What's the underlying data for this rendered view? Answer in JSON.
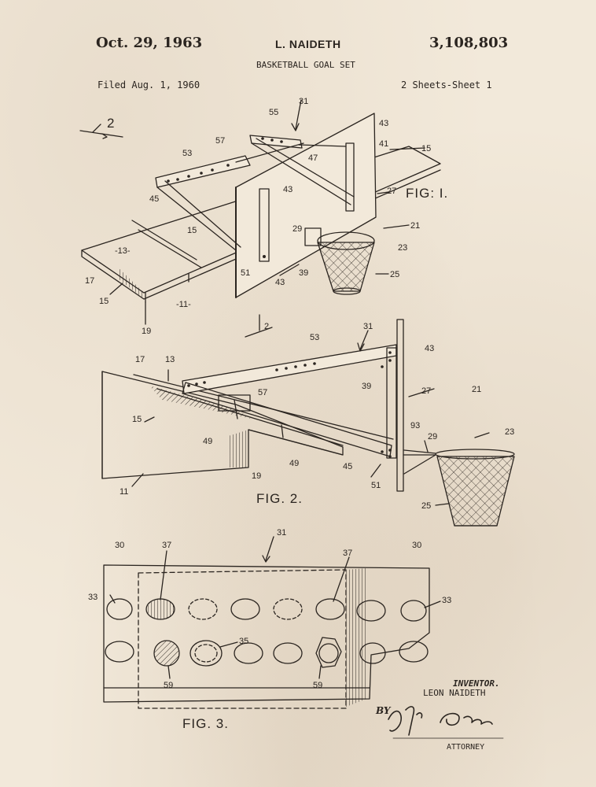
{
  "header": {
    "date": "Oct. 29, 1963",
    "inventor": "L. NAIDETH",
    "patent_number": "3,108,803",
    "title": "BASKETBALL GOAL SET",
    "filed": "Filed Aug. 1, 1960",
    "sheets": "2 Sheets-Sheet 1"
  },
  "figures": {
    "fig1": "FIG: I.",
    "fig2": "FIG. 2.",
    "fig3": "FIG. 3."
  },
  "section_marks": [
    "2",
    "2"
  ],
  "references": {
    "fig1": [
      "31",
      "55",
      "43",
      "57",
      "41",
      "15",
      "47",
      "53",
      "43",
      "27",
      "45",
      "15",
      "21",
      "-13-",
      "29",
      "23",
      "17",
      "51",
      "39",
      "43",
      "25",
      "15",
      "-11-",
      "19"
    ],
    "fig2": [
      "31",
      "53",
      "43",
      "17",
      "13",
      "39",
      "27",
      "21",
      "57",
      "15",
      "93",
      "29",
      "23",
      "49",
      "49",
      "45",
      "51",
      "25",
      "19",
      "11"
    ],
    "fig3": [
      "31",
      "30",
      "37",
      "37",
      "30",
      "33",
      "33",
      "35",
      "59",
      "59"
    ]
  },
  "signature_block": {
    "inventor_label": "INVENTOR.",
    "inventor_name": "LEON NAIDETH",
    "by": "BY",
    "attorney": "ATTORNEY"
  },
  "colors": {
    "paper": "#f2e9da",
    "ink": "#2b2520"
  }
}
